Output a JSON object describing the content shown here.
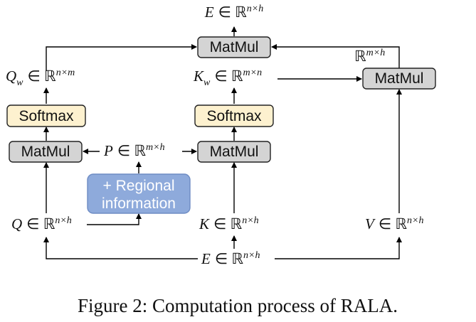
{
  "boxes": {
    "matmul_top": "MatMul",
    "matmul_right": "MatMul",
    "matmul_left": "MatMul",
    "matmul_mid": "MatMul",
    "softmax_left": "Softmax",
    "softmax_mid": "Softmax",
    "regional_line1": "+ Regional",
    "regional_line2": "information"
  },
  "labels": {
    "E_top": {
      "var": "E",
      "set": "∈ ℝ",
      "sup": "n×h"
    },
    "Qw": {
      "var": "Q",
      "sub": "w",
      "set": "∈ ℝ",
      "sup": "n×m"
    },
    "Kw": {
      "var": "K",
      "sub": "w",
      "set": "∈ ℝ",
      "sup": "m×n"
    },
    "R_right": {
      "set": "ℝ",
      "sup": "m×h"
    },
    "P": {
      "var": "P",
      "set": "∈ ℝ",
      "sup": "m×h"
    },
    "Q": {
      "var": "Q",
      "set": "∈ ℝ",
      "sup": "n×h"
    },
    "K": {
      "var": "K",
      "set": "∈ ℝ",
      "sup": "n×h"
    },
    "V": {
      "var": "V",
      "set": "∈ ℝ",
      "sup": "n×h"
    },
    "E_bottom": {
      "var": "E",
      "set": "∈ ℝ",
      "sup": "n×h"
    }
  },
  "caption": "Figure 2: Computation process of RALA.",
  "colors": {
    "matmul_fill": "#d4d4d4",
    "softmax_fill": "#fdf1cf",
    "regional_fill": "#8eaadb",
    "regional_text": "#ffffff"
  }
}
